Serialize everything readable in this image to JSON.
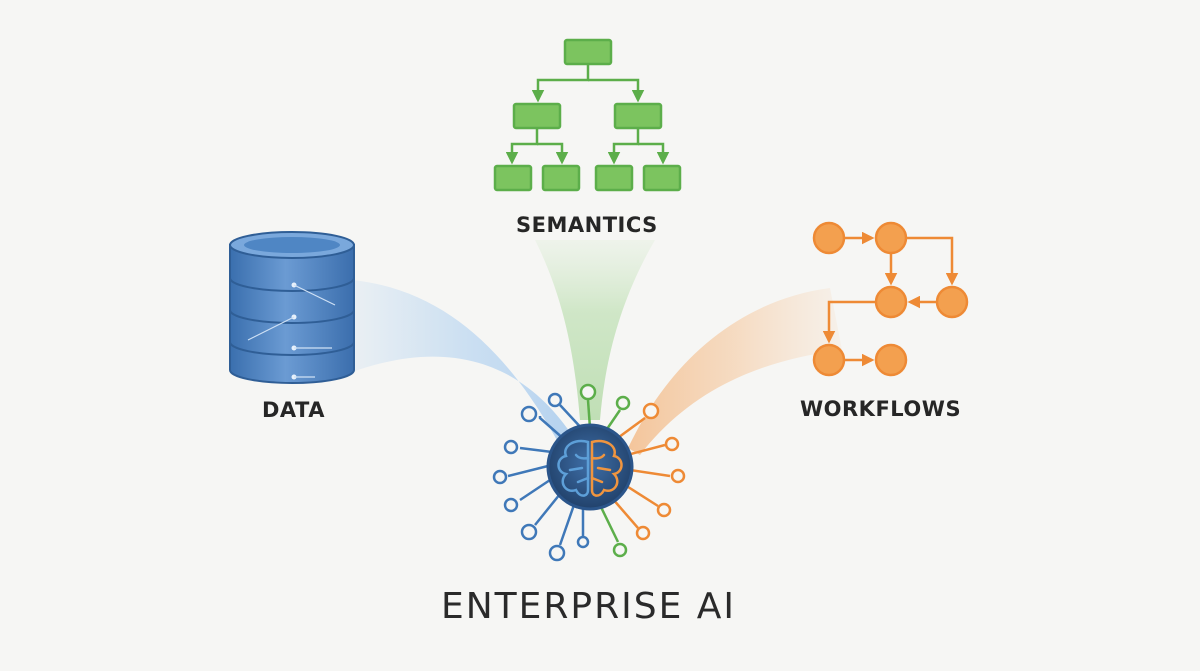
{
  "labels": {
    "data": "DATA",
    "semantics": "SEMANTICS",
    "workflows": "WORKFLOWS",
    "enterprise_ai": "ENTERPRISE AI"
  },
  "colors": {
    "data_blue": "#3f78b8",
    "semantics_green": "#5cae4a",
    "workflows_orange": "#ee8a35",
    "background": "#f6f6f4"
  },
  "icons": {
    "data": "database-icon",
    "semantics": "hierarchy-tree-icon",
    "workflows": "process-flow-icon",
    "enterprise_ai": "brain-circuit-icon"
  }
}
